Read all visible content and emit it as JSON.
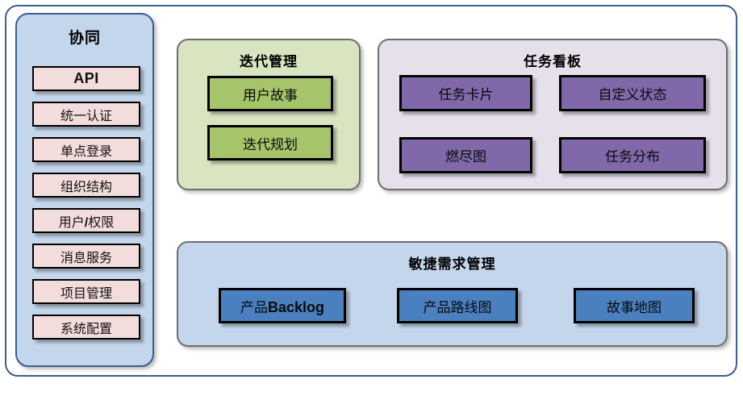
{
  "diagram": {
    "sidebar": {
      "title": "协同",
      "items": [
        {
          "label": "API",
          "style": "bold"
        },
        {
          "label": "统一认证",
          "style": "normal"
        },
        {
          "label": "单点登录",
          "style": "normal"
        },
        {
          "label": "组织结构",
          "style": "normal"
        },
        {
          "label": "用户/权限",
          "style": "normal"
        },
        {
          "label": "消息服务",
          "style": "normal"
        },
        {
          "label": "项目管理",
          "style": "normal"
        },
        {
          "label": "系统配置",
          "style": "normal"
        }
      ]
    },
    "groups": {
      "iteration": {
        "title": "迭代管理",
        "fill": "#D9E5C1",
        "item_fill": "#A6C46A",
        "items": [
          {
            "label": "用户故事"
          },
          {
            "label": "迭代规划"
          }
        ]
      },
      "taskboard": {
        "title": "任务看板",
        "fill": "#E5E0EA",
        "item_fill": "#8169A9",
        "items": [
          {
            "label": "任务卡片"
          },
          {
            "label": "自定义状态"
          },
          {
            "label": "燃尽图"
          },
          {
            "label": "任务分布"
          }
        ]
      },
      "requirements": {
        "title": "敏捷需求管理",
        "fill": "#C3D6EC",
        "item_fill": "#4A80C0",
        "items": [
          {
            "label": "产品Backlog"
          },
          {
            "label": "产品路线图"
          },
          {
            "label": "故事地图"
          }
        ]
      }
    },
    "colors": {
      "frame_border": "#3C5E8E",
      "sidebar_fill": "#C3D6EC",
      "sidebar_item_fill": "#F3DDDC",
      "group_border": "#6E6E6E",
      "leaf_border": "#000000",
      "background": "#FFFFFF"
    }
  }
}
